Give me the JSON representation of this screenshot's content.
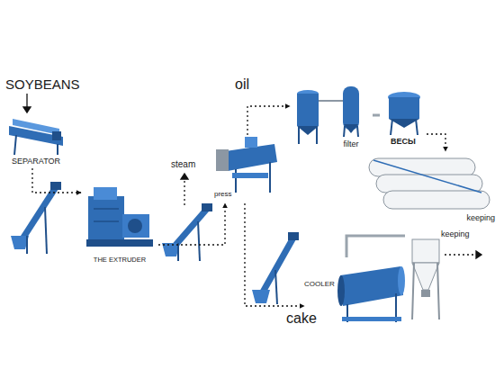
{
  "diagram": {
    "nodes": [
      {
        "text": [
          "SEPARATOR"
        ]
      },
      {
        "text": [
          "THE EXTRUDER"
        ]
      },
      {
        "text": [
          "press"
        ]
      },
      {
        "text": [
          "filter"
        ]
      },
      {
        "text": [
          "ВЕСЫ"
        ]
      },
      {
        "text": [
          "keeping"
        ]
      },
      {
        "text": [
          "COOLER"
        ]
      },
      {
        "text": [
          "keeping"
        ]
      }
    ],
    "edges": [
      {
        "from": 0,
        "to": 1,
        "arrow": "to"
      },
      {
        "from": 1,
        "to": 2,
        "arrow": "to"
      },
      {
        "from": 2,
        "to": 3,
        "arrow": "to"
      },
      {
        "from": 3,
        "to": 4,
        "arrow": "none"
      },
      {
        "from": 4,
        "to": 5,
        "arrow": "to"
      },
      {
        "from": 2,
        "to": 6,
        "arrow": "to"
      },
      {
        "from": 6,
        "to": 7,
        "arrow": "none"
      }
    ],
    "labels": [
      "SOYBEANS",
      "steam",
      "oil",
      "cake"
    ]
  }
}
